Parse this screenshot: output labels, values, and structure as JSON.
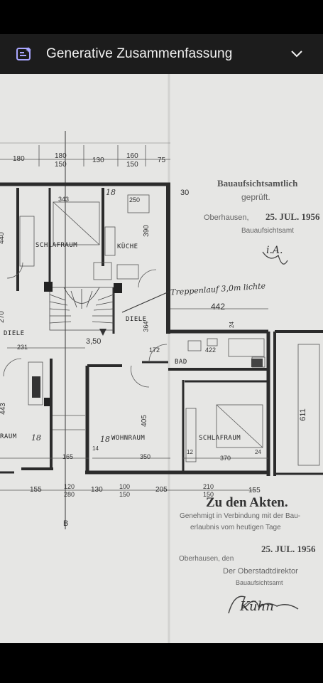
{
  "header": {
    "title": "Generative Zusammenfassung"
  },
  "plan": {
    "rooms": {
      "schlafraum_1": "SCHLAFRAUM",
      "kueche": "KÜCHE",
      "diele_left": "DIELE",
      "diele_center": "DIELE",
      "bad": "BAD",
      "wohnraum": "WOHNRAUM",
      "schlafraum_2": "SCHLAFRAUM",
      "raum_left": "RAUM"
    },
    "dims": {
      "top_180a": "180",
      "top_180b": "180",
      "top_150a": "150",
      "top_130": "130",
      "top_160": "160",
      "top_150b": "150",
      "top_75": "75",
      "d_343": "343",
      "d_250": "250",
      "d_390": "390",
      "d_440": "440",
      "d_442": "442",
      "d_270": "270",
      "d_231": "231",
      "d_172": "172",
      "d_422": "422",
      "d_350a": "3,50",
      "d_364": "364",
      "d_405": "405",
      "d_443": "443",
      "d_611": "611",
      "d_165": "165",
      "d_350b": "350",
      "d_370": "370",
      "d_24a": "24",
      "d_24b": "24",
      "d_12": "12",
      "d_30": "30",
      "d_18a": "18",
      "d_18b": "18",
      "d_18c": "18",
      "d_14": "14",
      "b_155a": "155",
      "b_120": "120",
      "b_280": "280",
      "b_130": "130",
      "b_100": "100",
      "b_150": "150",
      "b_205": "205",
      "b_210": "210",
      "b_150c": "150",
      "b_155b": "155",
      "b_letter": "B"
    },
    "stamps": {
      "stamp1_line1": "Bauaufsichtsamtlich",
      "stamp1_line2": "geprüft.",
      "stamp1_city": "Oberhausen,",
      "stamp1_date": "25. JUL. 1956",
      "stamp1_office": "Bauaufsichtsamt",
      "stamp2_title": "Zu den Akten.",
      "stamp2_line1": "Genehmigt in Verbindung mit der Bau-",
      "stamp2_line2": "erlaubnis vom heutigen Tage",
      "stamp2_date": "25. JUL. 1956",
      "stamp2_city": "Oberhausen, den",
      "stamp2_official": "Der Oberstadtdirektor",
      "stamp2_office": "Bauaufsichtsamt"
    },
    "handwriting": {
      "note": "Treppenlauf 3,0m lichte",
      "initials": "i.A.",
      "signature": "Kühn"
    }
  }
}
